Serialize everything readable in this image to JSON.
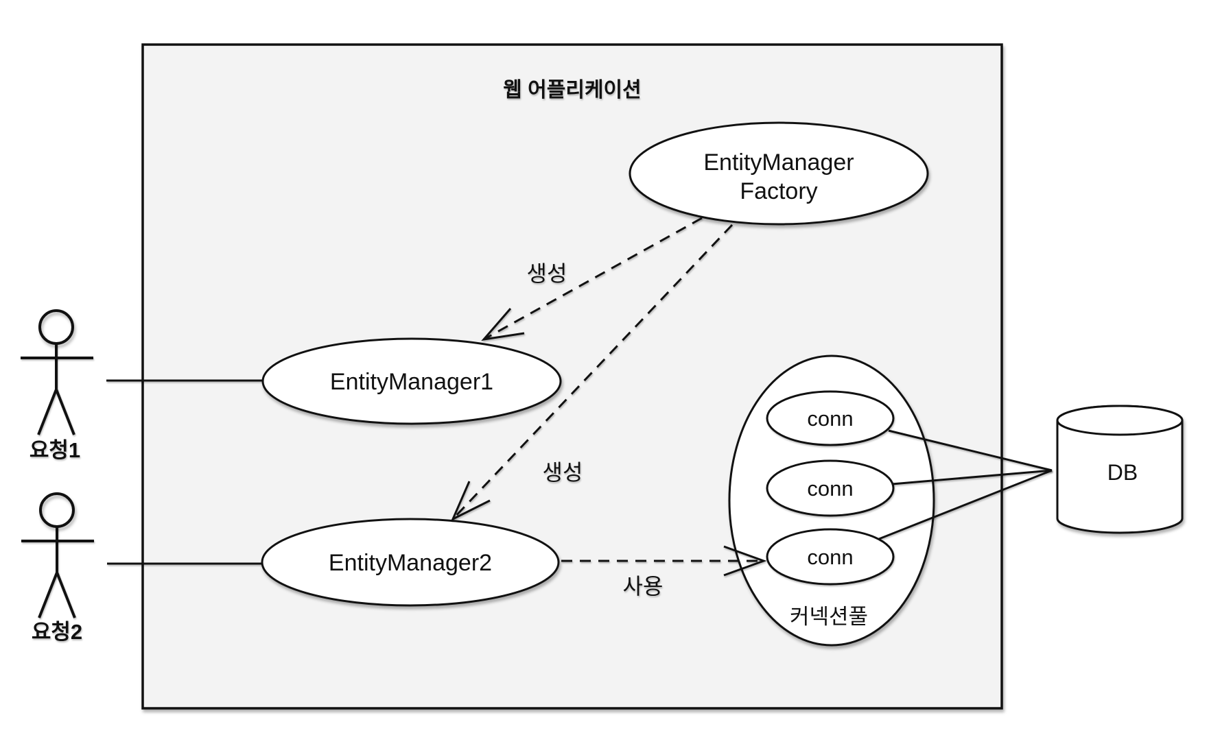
{
  "diagram": {
    "title": "웹 어플리케이션",
    "factory": {
      "line1": "EntityManager",
      "line2": "Factory"
    },
    "em1": {
      "label": "EntityManager1"
    },
    "em2": {
      "label": "EntityManager2"
    },
    "pool": {
      "label": "커넥션풀",
      "conns": [
        "conn",
        "conn",
        "conn"
      ]
    },
    "db": {
      "label": "DB"
    },
    "actors": [
      {
        "label": "요청1"
      },
      {
        "label": "요청2"
      }
    ],
    "edges": {
      "create1": {
        "label": "생성"
      },
      "create2": {
        "label": "생성"
      },
      "use": {
        "label": "사용"
      }
    },
    "colors": {
      "box_fill": "#f3f3f3",
      "stroke": "#111111",
      "background": "#ffffff"
    }
  }
}
